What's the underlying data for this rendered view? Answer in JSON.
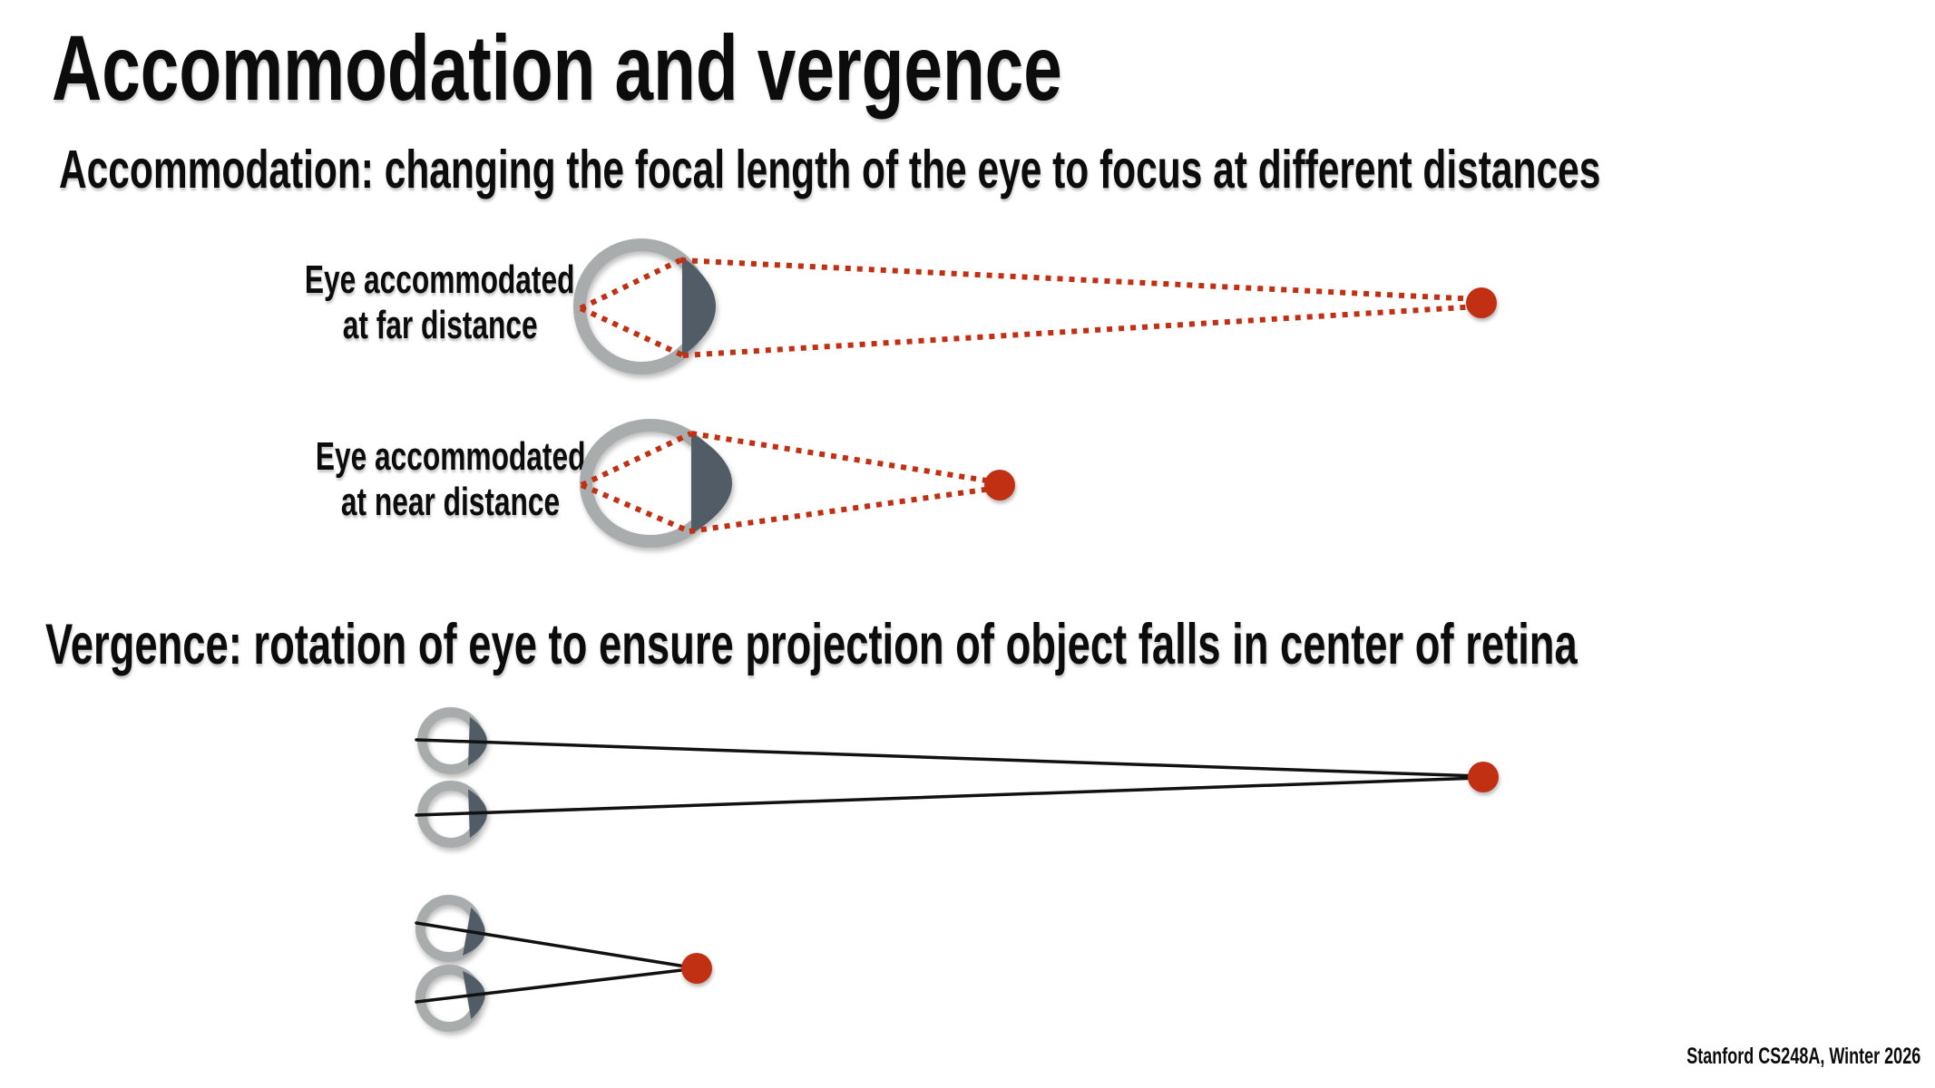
{
  "slide": {
    "title": "Accommodation and vergence",
    "footer_credit": "Stanford CS248A, Winter 2026"
  },
  "accommodation": {
    "heading": "Accommodation: changing the focal length of the eye to focus at different distances",
    "far_eye_label": {
      "line1": "Eye accommodated",
      "line2": "at far distance"
    },
    "near_eye_label": {
      "line1": "Eye accommodated",
      "line2": "at near distance"
    }
  },
  "vergence": {
    "heading": "Vergence: rotation of eye to ensure projection of object falls in center of retina"
  },
  "icons": {
    "eye": "gray-ring-with-dark-lens",
    "object_point": "red-filled-circle",
    "light_ray": "red-dotted-line",
    "gaze_line": "black-solid-line"
  },
  "colors": {
    "background": "#ffffff",
    "text_ink": "#0c0c0c",
    "accent_red": "#c23014",
    "eye_ring_gray": "#a9acad",
    "lens_dark": "#515c66",
    "gaze_line_black": "#111111"
  }
}
